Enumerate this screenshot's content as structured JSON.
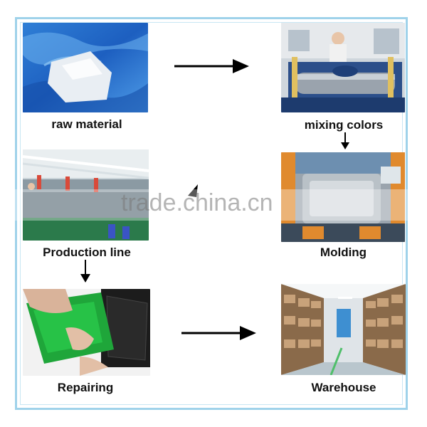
{
  "steps": {
    "raw_material": "raw material",
    "mixing_colors": "mixing colors",
    "production_line": "Production line",
    "molding": "Molding",
    "repairing": "Repairing",
    "warehouse": "Warehouse"
  },
  "watermark": "trade.china.cn",
  "colors": {
    "frame": "#9fd2ea",
    "arrow": "#000000"
  }
}
